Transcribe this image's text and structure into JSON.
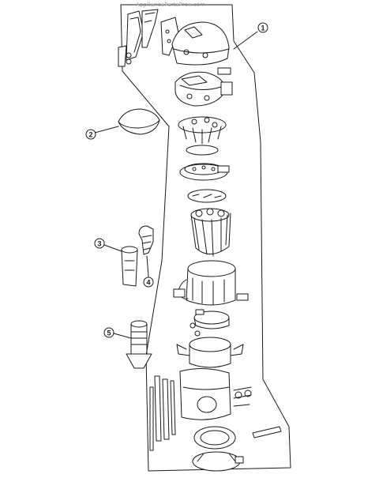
{
  "watermark": "AppliancePartsPros.com",
  "callouts": {
    "c1": "1",
    "c2": "2",
    "c3": "3",
    "c4": "4",
    "c5": "5"
  },
  "colors": {
    "line": "#1a1a1a",
    "background": "#ffffff"
  }
}
